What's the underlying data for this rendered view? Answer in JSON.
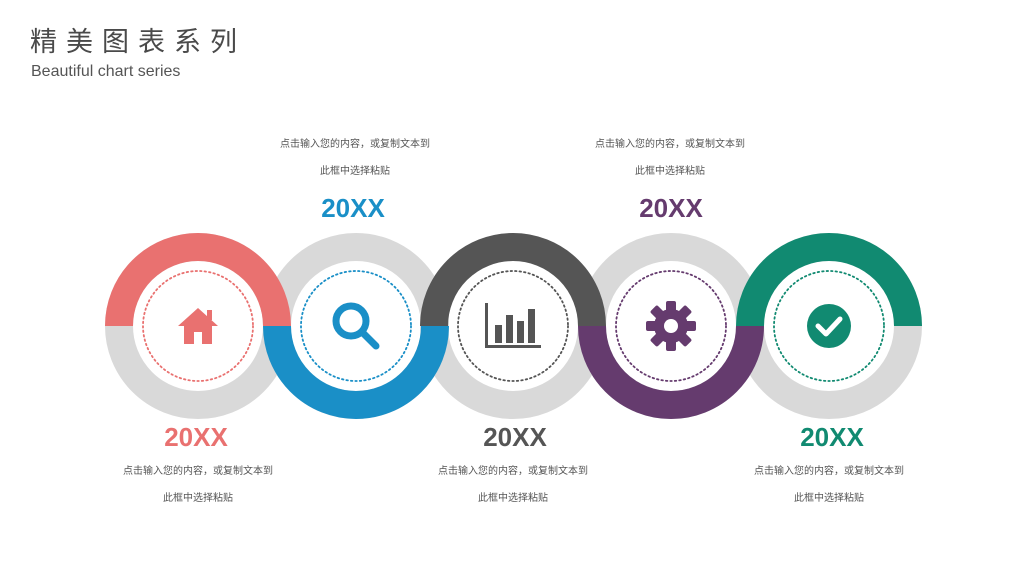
{
  "header": {
    "title": "精美图表系列",
    "subtitle": "Beautiful chart series"
  },
  "steps": [
    {
      "year": "20XX",
      "text_line1": "点击输入您的内容，或复制文本到",
      "text_line2": "此框中选择粘贴",
      "color": "#e97170",
      "icon": "home-icon",
      "arc": "top"
    },
    {
      "year": "20XX",
      "text_line1": "点击输入您的内容，或复制文本到",
      "text_line2": "此框中选择粘贴",
      "color": "#1a8fc7",
      "icon": "search-icon",
      "arc": "bottom"
    },
    {
      "year": "20XX",
      "text_line1": "点击输入您的内容，或复制文本到",
      "text_line2": "此框中选择粘贴",
      "color": "#555555",
      "icon": "bar-chart-icon",
      "arc": "top"
    },
    {
      "year": "20XX",
      "text_line1": "点击输入您的内容，或复制文本到",
      "text_line2": "此框中选择粘贴",
      "color": "#653b6e",
      "icon": "gear-icon",
      "arc": "bottom"
    },
    {
      "year": "20XX",
      "text_line1": "点击输入您的内容，或复制文本到",
      "text_line2": "此框中选择粘贴",
      "color": "#118a71",
      "icon": "check-circle-icon",
      "arc": "top"
    }
  ],
  "ring_gray": "#d9d9d9"
}
